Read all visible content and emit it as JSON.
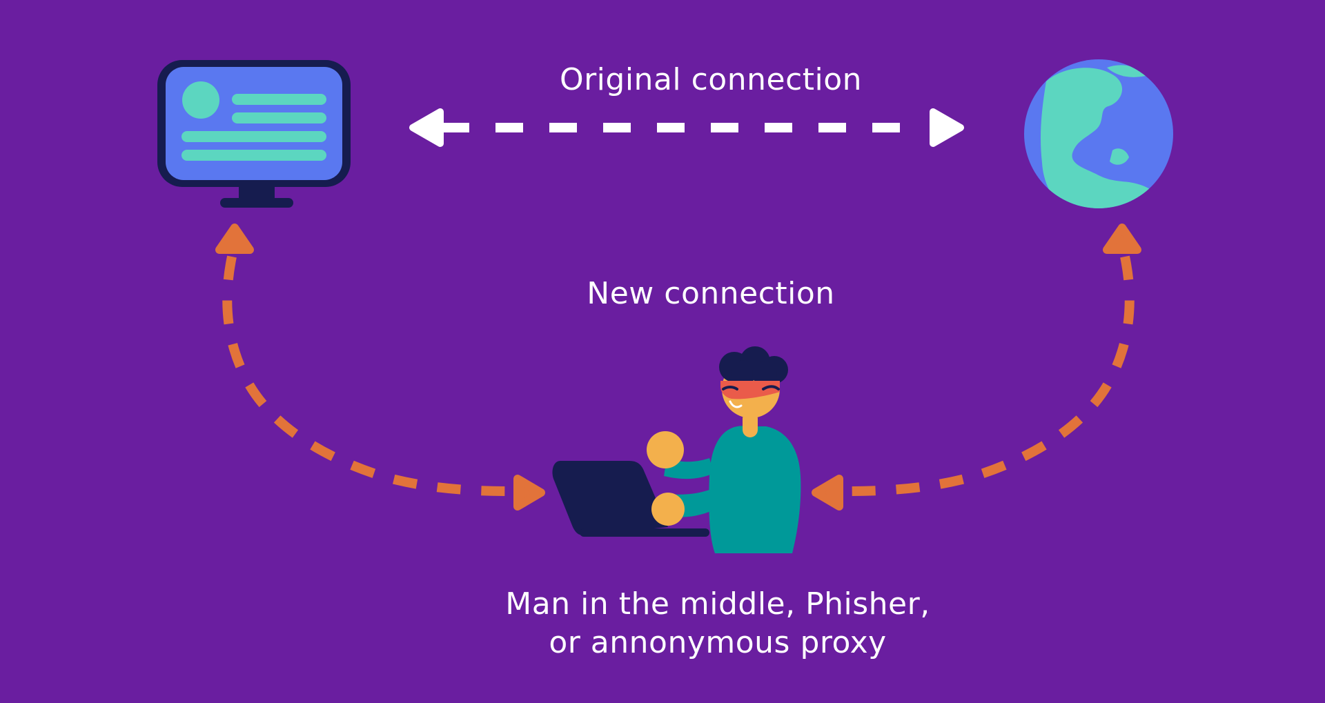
{
  "labels": {
    "original_connection": "Original connection",
    "new_connection": "New connection",
    "attacker_line1": "Man in the middle, Phisher,",
    "attacker_line2": "or annonymous proxy"
  },
  "nodes": {
    "client_icon": "computer-monitor-icon",
    "server_icon": "globe-icon",
    "attacker_icon": "person-with-laptop-icon"
  },
  "colors": {
    "background": "#6a1ea0",
    "original_arrow": "#ffffff",
    "new_arrow": "#e2733a",
    "monitor_frame": "#161c4f",
    "monitor_screen": "#5a78f0",
    "accent_teal": "#5cd6c0",
    "attacker_shirt": "#009999",
    "attacker_skin": "#f3b04c",
    "attacker_mask": "#ea5b4a"
  }
}
